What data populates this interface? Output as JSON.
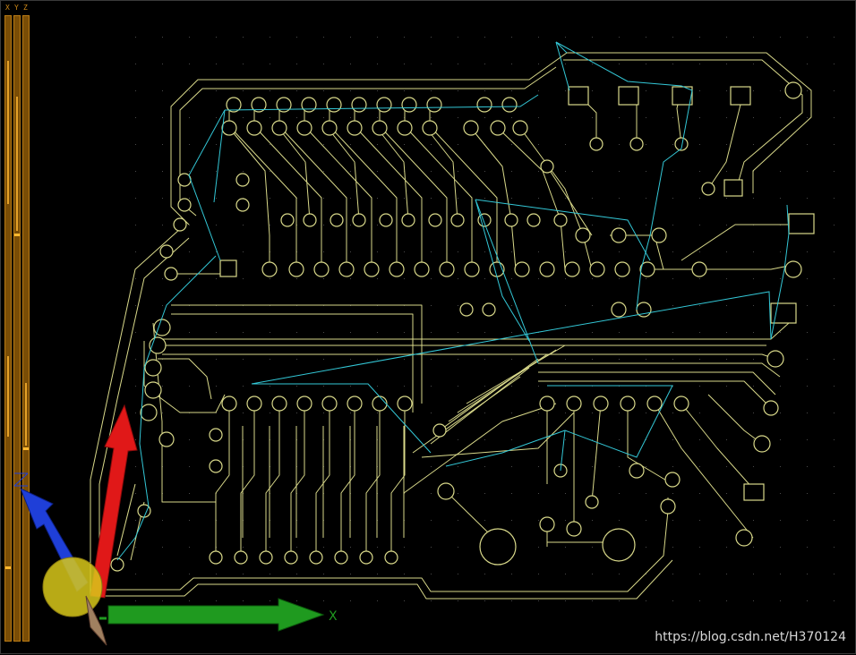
{
  "viewer": {
    "axis_labels": [
      "X",
      "Y",
      "Z"
    ],
    "colors": {
      "background": "#000000",
      "trace": "#d9d98a",
      "ratsnest": "#33c7d6",
      "slider": "#b87a14",
      "axis_x": "#1f9a1f",
      "axis_y": "#e01818",
      "axis_z": "#1f3fd8",
      "origin": "#d8c81a"
    },
    "gizmo": {
      "x_label": "X",
      "icons": [
        "x-axis-arrow-icon",
        "y-axis-arrow-icon",
        "z-axis-arrow-icon",
        "origin-sphere-icon"
      ]
    }
  },
  "watermark": "https://blog.csdn.net/H370124"
}
